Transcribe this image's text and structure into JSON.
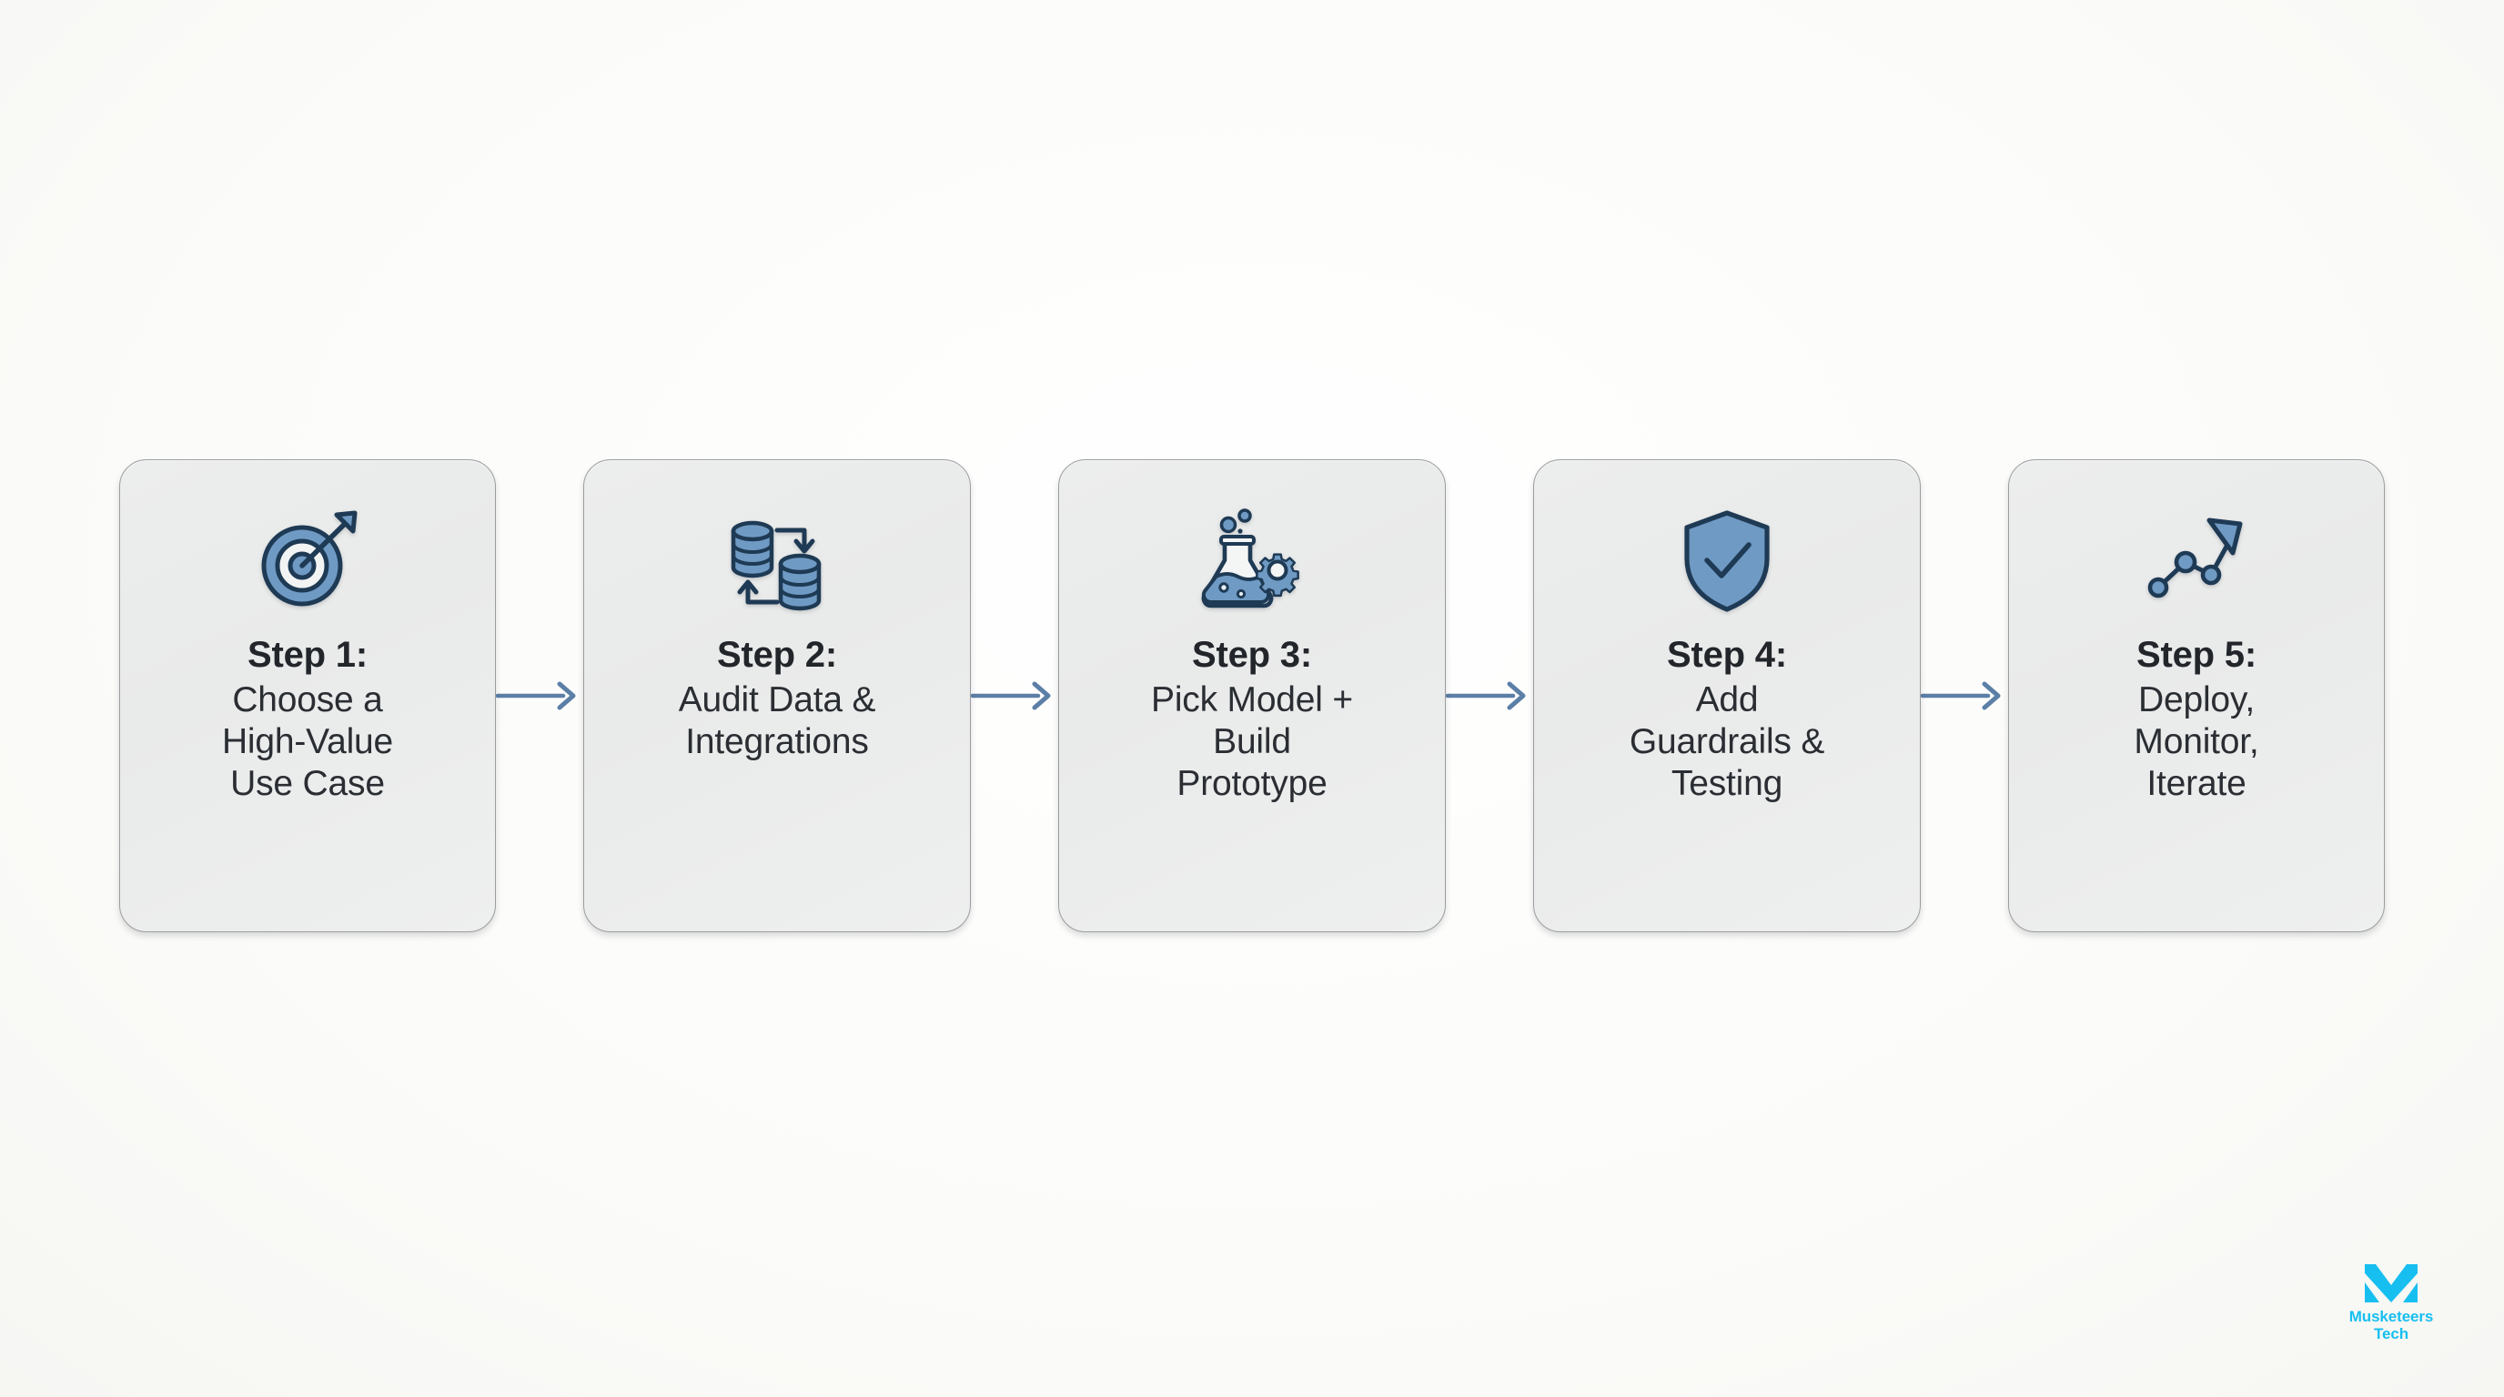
{
  "page": {
    "background_color": "#fbfbfa",
    "type": "horizontal-process-flow"
  },
  "palette": {
    "card_fill": "#eceded",
    "card_border": "#9a9c9e",
    "icon_fill": "#6f9ac4",
    "icon_stroke": "#1e3a54",
    "arrow": "#5b7fa6",
    "title_text": "#22262b",
    "body_text": "#2a2e33",
    "brand": "#17bff0"
  },
  "flow": {
    "steps": [
      {
        "id": "step-1",
        "title": "Step 1:",
        "description": "Choose a\nHigh-Value\nUse Case",
        "icon": "target-arrow-icon"
      },
      {
        "id": "step-2",
        "title": "Step 2:",
        "description": "Audit Data &\nIntegrations",
        "icon": "database-sync-icon"
      },
      {
        "id": "step-3",
        "title": "Step 3:",
        "description": "Pick Model +\nBuild\nPrototype",
        "icon": "flask-gear-icon"
      },
      {
        "id": "step-4",
        "title": "Step 4:",
        "description": "Add\nGuardrails &\nTesting",
        "icon": "shield-check-icon"
      },
      {
        "id": "step-5",
        "title": "Step 5:",
        "description": "Deploy,\nMonitor,\nIterate",
        "icon": "trend-up-icon"
      }
    ],
    "connector_icon": "arrow-right-icon",
    "connector_count": 4
  },
  "brand": {
    "name": "Musketeers\nTech",
    "mark": "musketeers-m-logomark",
    "color": "#17bff0"
  }
}
